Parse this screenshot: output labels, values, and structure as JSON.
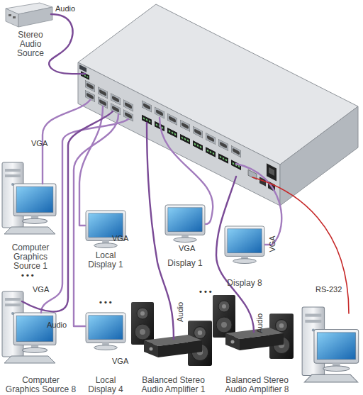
{
  "diagram": {
    "nodes": [
      {
        "text": [
          "Stereo Audio Source"
        ]
      },
      {
        "text": [
          "Computer Graphics Source 1"
        ]
      },
      {
        "text": [
          "Local Display 1"
        ]
      },
      {
        "text": [
          "Display 1"
        ]
      },
      {
        "text": [
          "Display 8"
        ]
      },
      {
        "text": [
          "Computer Graphics Source 8"
        ]
      },
      {
        "text": [
          "Local Display 4"
        ]
      },
      {
        "text": [
          "Balanced Stereo Audio Amplifier 1"
        ]
      },
      {
        "text": [
          "Balanced Stereo Audio Amplifier 8"
        ]
      }
    ],
    "labels": [
      "Audio",
      "VGA",
      "• • •",
      "VGA",
      "Audio",
      "VGA",
      "• • •",
      "VGA",
      "VGA",
      "• • •",
      "VGA",
      "Audio",
      "Audio",
      "RS-232"
    ]
  }
}
